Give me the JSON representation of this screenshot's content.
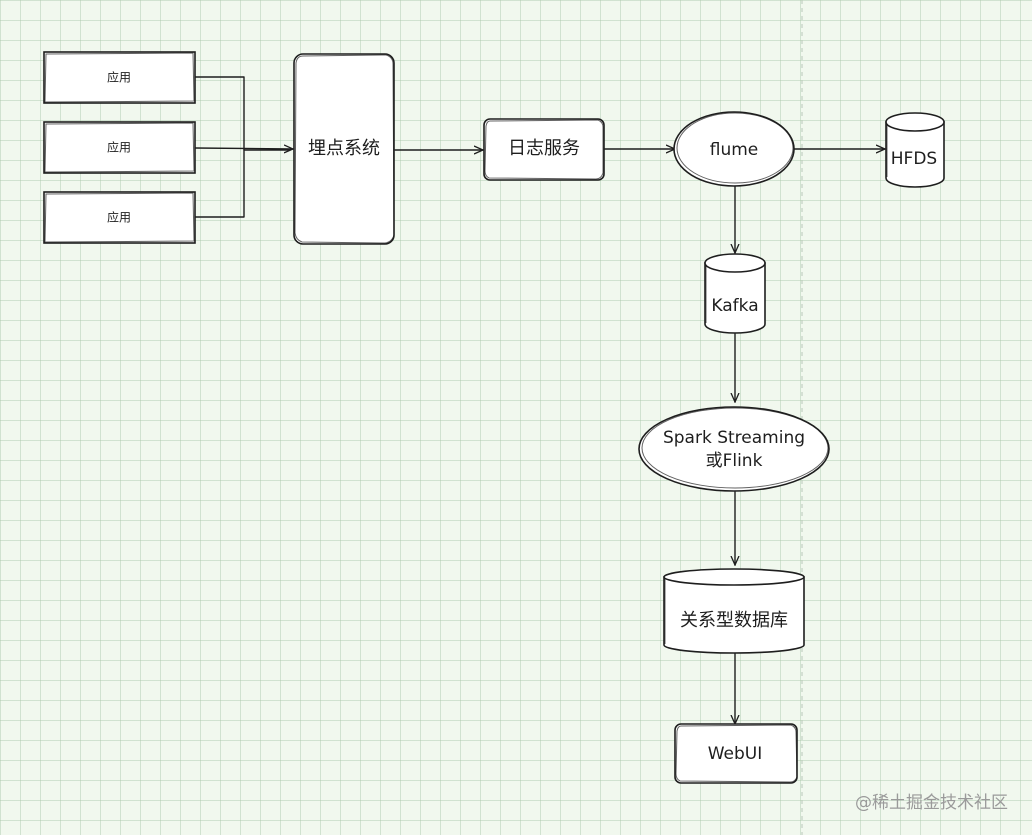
{
  "diagram": {
    "nodes": {
      "app1": "应用",
      "app2": "应用",
      "app3": "应用",
      "tracking": "埋点系统",
      "log_service": "日志服务",
      "flume": "flume",
      "hfds": "HFDS",
      "kafka": "Kafka",
      "stream_line1": "Spark Streaming",
      "stream_line2": "或Flink",
      "rdb": "关系型数据库",
      "webui": "WebUI"
    },
    "edges": [
      {
        "from": "app1",
        "to": "tracking"
      },
      {
        "from": "app2",
        "to": "tracking"
      },
      {
        "from": "app3",
        "to": "tracking"
      },
      {
        "from": "tracking",
        "to": "log_service"
      },
      {
        "from": "log_service",
        "to": "flume"
      },
      {
        "from": "flume",
        "to": "hfds"
      },
      {
        "from": "flume",
        "to": "kafka"
      },
      {
        "from": "kafka",
        "to": "stream"
      },
      {
        "from": "stream",
        "to": "rdb"
      },
      {
        "from": "rdb",
        "to": "webui"
      }
    ]
  },
  "watermark": "@稀土掘金技术社区"
}
